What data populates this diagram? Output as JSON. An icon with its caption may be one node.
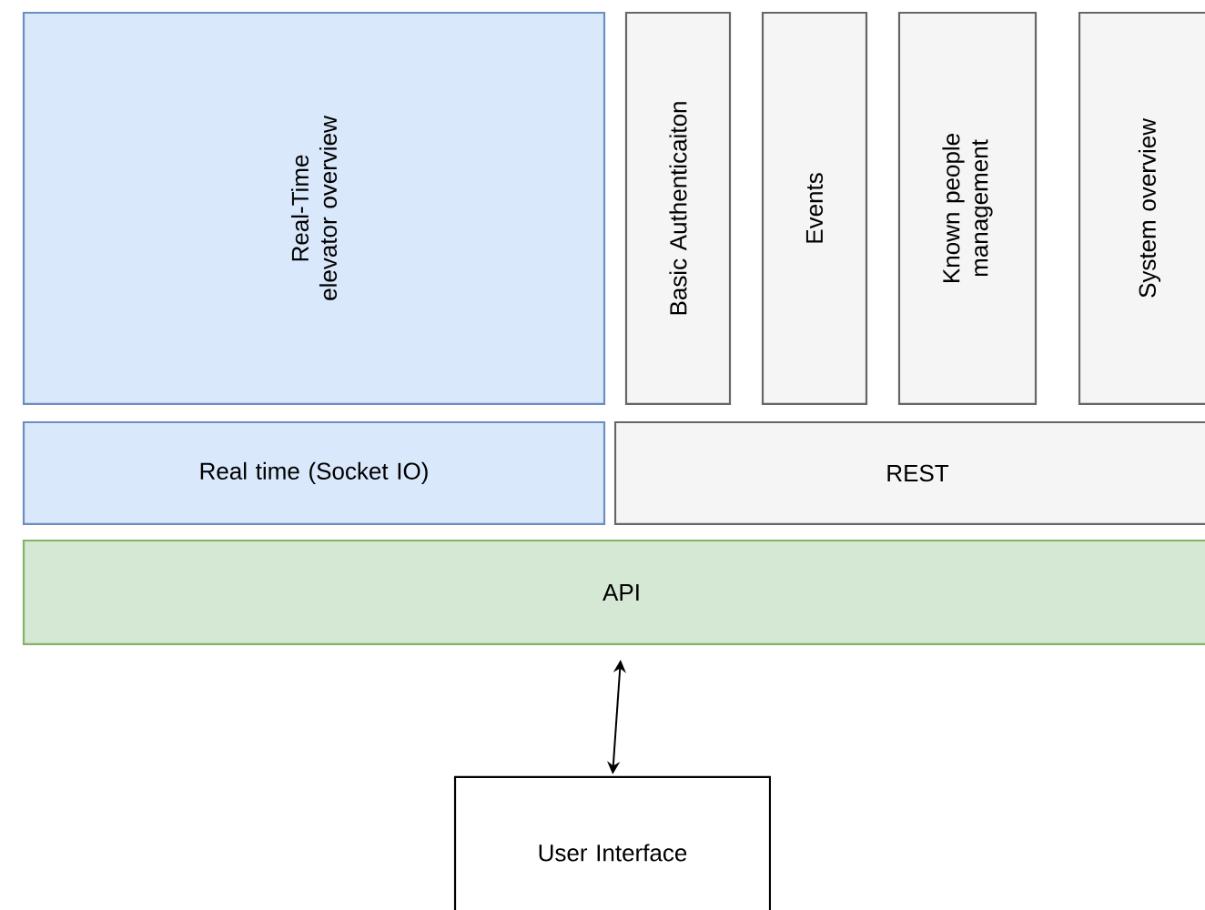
{
  "diagram": {
    "nodes": [
      {
        "text": [
          "Real-Time elevator overview"
        ]
      },
      {
        "text": [
          "Basic Authenticaiton"
        ]
      },
      {
        "text": [
          "Events"
        ]
      },
      {
        "text": [
          "Known people management"
        ]
      },
      {
        "text": [
          "System overview"
        ]
      },
      {
        "text": [
          "Real time (Socket IO)"
        ]
      },
      {
        "text": [
          "REST"
        ]
      },
      {
        "text": [
          "API"
        ]
      },
      {
        "text": [
          "User Interface"
        ]
      }
    ],
    "edges": [
      {
        "from": 8,
        "to": 7,
        "arrow": "both"
      }
    ]
  }
}
